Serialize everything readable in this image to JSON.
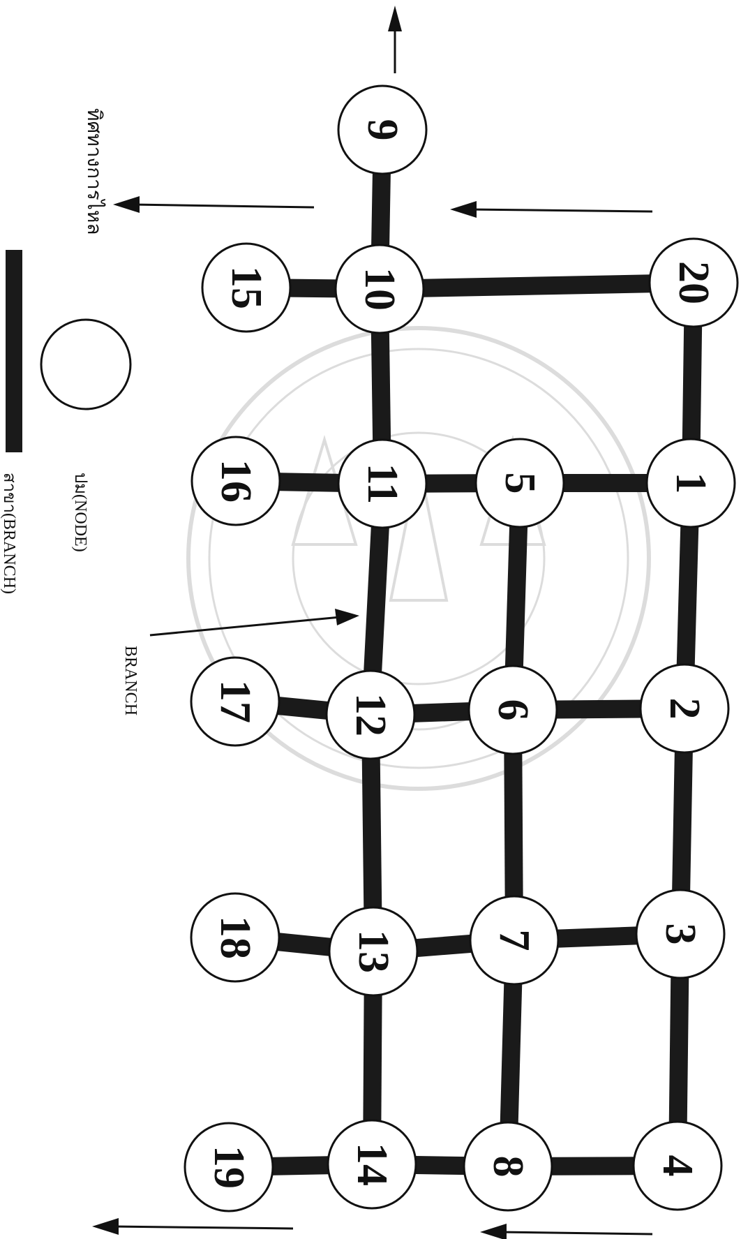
{
  "diagram": {
    "nodes": [
      {
        "id": "1",
        "label": "1"
      },
      {
        "id": "2",
        "label": "2"
      },
      {
        "id": "3",
        "label": "3"
      },
      {
        "id": "4",
        "label": "4"
      },
      {
        "id": "5",
        "label": "5"
      },
      {
        "id": "6",
        "label": "6"
      },
      {
        "id": "7",
        "label": "7"
      },
      {
        "id": "8",
        "label": "8"
      },
      {
        "id": "9",
        "label": "9"
      },
      {
        "id": "10",
        "label": "10"
      },
      {
        "id": "11",
        "label": "11"
      },
      {
        "id": "12",
        "label": "12"
      },
      {
        "id": "13",
        "label": "13"
      },
      {
        "id": "14",
        "label": "14"
      },
      {
        "id": "15",
        "label": "15"
      },
      {
        "id": "16",
        "label": "16"
      },
      {
        "id": "17",
        "label": "17"
      },
      {
        "id": "18",
        "label": "18"
      },
      {
        "id": "19",
        "label": "19"
      },
      {
        "id": "20",
        "label": "20"
      }
    ],
    "branches": [
      [
        "20",
        "1"
      ],
      [
        "1",
        "2"
      ],
      [
        "2",
        "3"
      ],
      [
        "3",
        "4"
      ],
      [
        "1",
        "5"
      ],
      [
        "2",
        "6"
      ],
      [
        "3",
        "7"
      ],
      [
        "4",
        "8"
      ],
      [
        "5",
        "6"
      ],
      [
        "6",
        "7"
      ],
      [
        "7",
        "8"
      ],
      [
        "5",
        "11"
      ],
      [
        "6",
        "12"
      ],
      [
        "7",
        "13"
      ],
      [
        "8",
        "14"
      ],
      [
        "10",
        "11"
      ],
      [
        "11",
        "12"
      ],
      [
        "12",
        "13"
      ],
      [
        "13",
        "14"
      ],
      [
        "10",
        "20"
      ],
      [
        "9",
        "10"
      ],
      [
        "10",
        "15"
      ],
      [
        "11",
        "16"
      ],
      [
        "12",
        "17"
      ],
      [
        "13",
        "18"
      ],
      [
        "14",
        "19"
      ]
    ],
    "branch_callout": "BRANCH",
    "flow_direction_label": "ทิศทางการไหล",
    "legend": {
      "node_label": "ปม(NODE)",
      "branch_label": "สาขา(BRANCH)"
    }
  }
}
